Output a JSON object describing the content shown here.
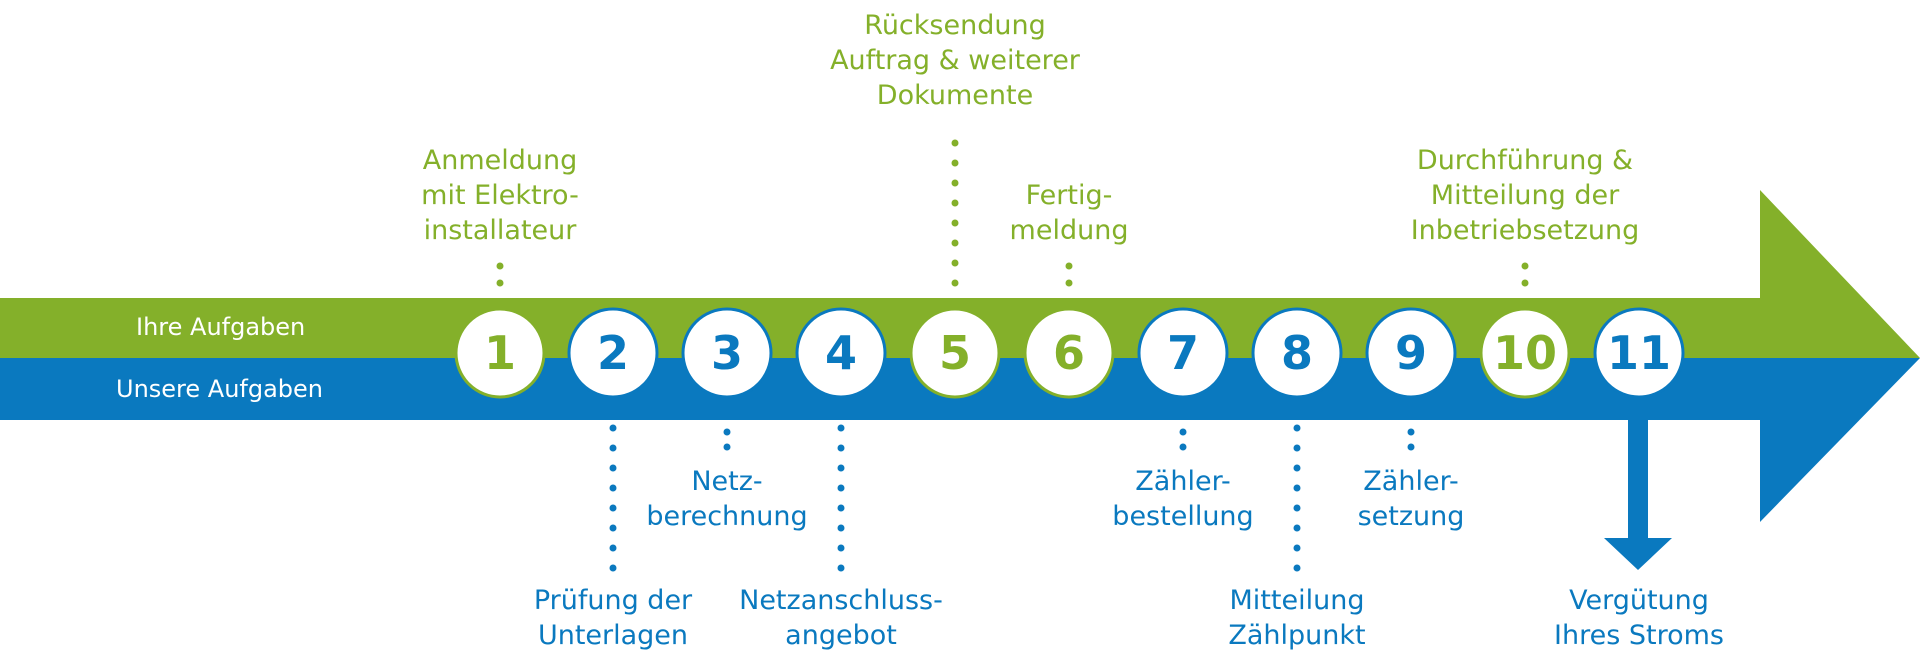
{
  "colors": {
    "green": "#84b02a",
    "blue": "#0a79bf",
    "white": "#ffffff"
  },
  "bands": {
    "top_label": "Ihre Aufgaben",
    "bottom_label": "Unsere Aufgaben"
  },
  "steps": [
    {
      "number": "1",
      "owner": "ihre",
      "label": "Anmeldung\nmit Elektro-\ninstallateur"
    },
    {
      "number": "2",
      "owner": "unsere",
      "label": "Prüfung der\nUnterlagen"
    },
    {
      "number": "3",
      "owner": "unsere",
      "label": "Netz-\nberechnung"
    },
    {
      "number": "4",
      "owner": "unsere",
      "label": "Netzanschluss-\nangebot"
    },
    {
      "number": "5",
      "owner": "ihre",
      "label": "Rücksendung\nAuftrag & weiterer\nDokumente"
    },
    {
      "number": "6",
      "owner": "ihre",
      "label": "Fertig-\nmeldung"
    },
    {
      "number": "7",
      "owner": "unsere",
      "label": "Zähler-\nbestellung"
    },
    {
      "number": "8",
      "owner": "unsere",
      "label": "Mitteilung\nZählpunkt"
    },
    {
      "number": "9",
      "owner": "unsere",
      "label": "Zähler-\nsetzung"
    },
    {
      "number": "10",
      "owner": "ihre",
      "label": "Durchführung &\nMitteilung der\nInbetriebsetzung"
    },
    {
      "number": "11",
      "owner": "unsere",
      "label": "Vergütung\nIhres Stroms"
    }
  ]
}
